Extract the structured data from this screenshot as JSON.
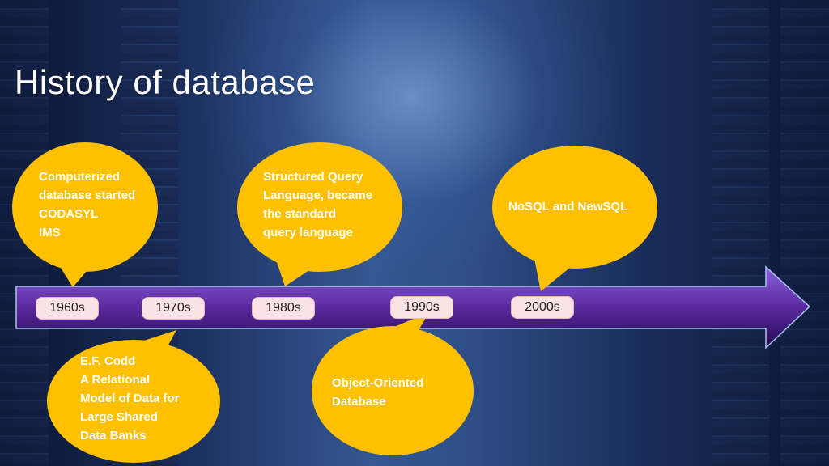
{
  "title": "History of database",
  "colors": {
    "bubble": "#ffc000",
    "arrow_top": "#7a4fc8",
    "arrow_bottom": "#2a0a5a",
    "decade_label": "#fbe3e3"
  },
  "timeline": {
    "decades": [
      "1960s",
      "1970s",
      "1980s",
      "1990s",
      "2000s"
    ]
  },
  "bubbles": [
    {
      "decade": "1960s",
      "lines": [
        "Computerized",
        "database started",
        "CODASYL",
        "IMS"
      ]
    },
    {
      "decade": "1970s",
      "lines": [
        "E.F. Codd",
        "A Relational",
        "Model of Data for",
        "Large Shared",
        "Data Banks"
      ]
    },
    {
      "decade": "1980s",
      "lines": [
        "Structured Query",
        "Language, became",
        "the standard",
        "query language"
      ]
    },
    {
      "decade": "1990s",
      "lines": [
        "Object-Oriented",
        "Database"
      ]
    },
    {
      "decade": "2000s",
      "lines": [
        "NoSQL and NewSQL"
      ]
    }
  ]
}
